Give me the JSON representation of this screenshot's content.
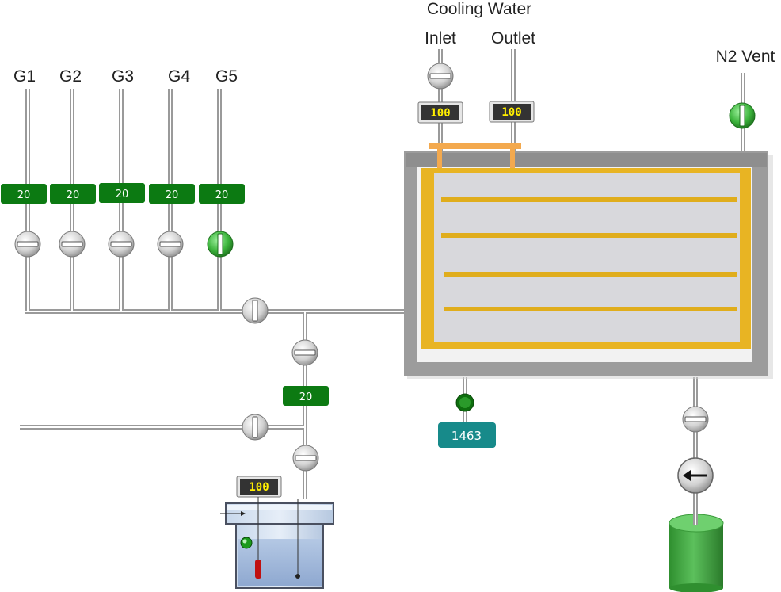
{
  "labels": {
    "cooling_water": "Cooling Water",
    "inlet": "Inlet",
    "outlet": "Outlet",
    "n2_vent": "N2 Vent",
    "gases": [
      "G1",
      "G2",
      "G3",
      "G4",
      "G5"
    ]
  },
  "gas_flow_readouts": [
    "20",
    "20",
    "20",
    "20",
    "20"
  ],
  "mixed_gas_flow": "20",
  "cooling_inlet_display": "100",
  "cooling_outlet_display": "100",
  "tank_temperature_display": "100",
  "chamber_pressure_display": "1463",
  "valve_states": {
    "G1": "closed",
    "G2": "closed",
    "G3": "closed",
    "G4": "closed",
    "G5": "open",
    "n2_vent": "open",
    "cooling_inlet": "closed"
  },
  "colors": {
    "pipe": "#a0a0a0",
    "flow_badge": "#0c7a12",
    "display_bg": "#333333",
    "display_text": "#ffee00",
    "chamber_frame": "#9a9a9a",
    "heater": "#e8b423",
    "pressure_badge": "#178a8a",
    "open_valve": "#2aa52a",
    "pump_tank": "#3fa33f"
  },
  "icons": [
    "valve-icon",
    "check-valve-icon",
    "pump-icon",
    "thermometer-icon",
    "level-sensor-icon"
  ]
}
